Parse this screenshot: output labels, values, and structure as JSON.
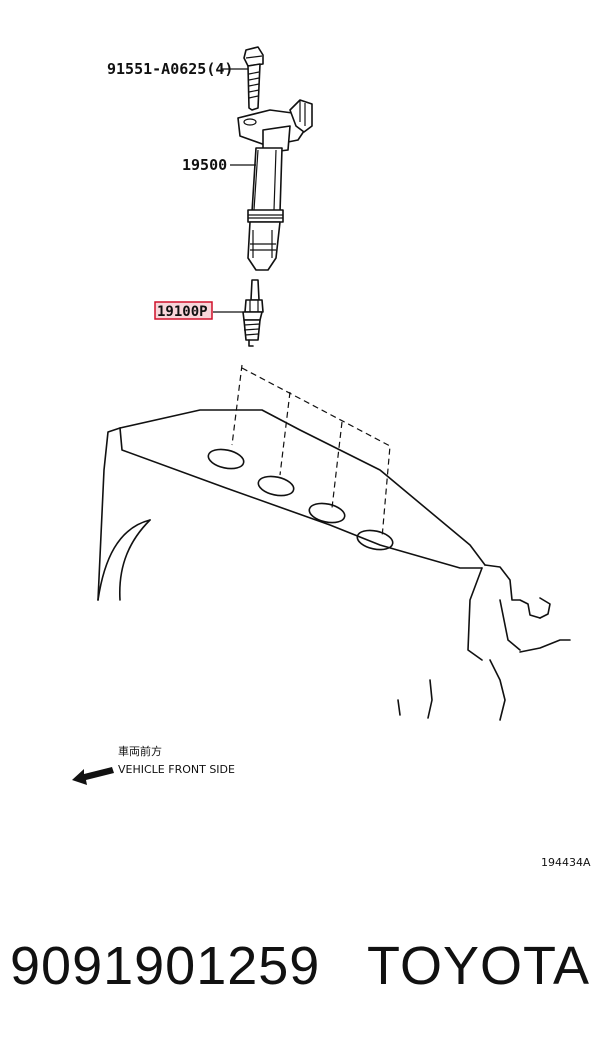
{
  "diagram": {
    "callouts": {
      "bolt": "91551-A0625(4)",
      "ignition_coil": "19500",
      "spark_plug": "19100P"
    },
    "direction": {
      "japanese": "車両前方",
      "english": "VEHICLE FRONT SIDE"
    },
    "figure_code": "194434A"
  },
  "footer": {
    "part_number": "9091901259",
    "brand": "TOYOTA"
  },
  "colors": {
    "highlight": "#d0102a",
    "highlight_fill": "#f7d6da",
    "ink": "#111111"
  }
}
